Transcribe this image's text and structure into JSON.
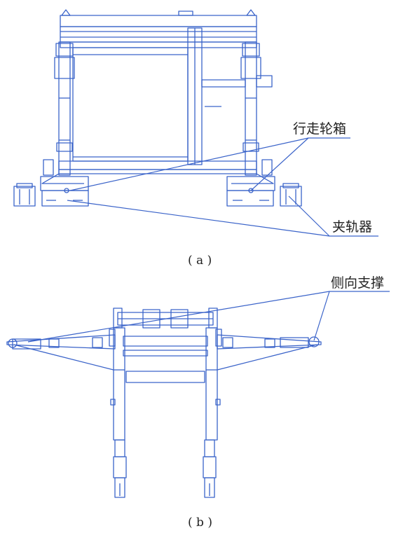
{
  "figure_a": {
    "caption": "( a )",
    "labels": {
      "wheel_box": "行走轮箱",
      "rail_clamp": "夹轨器"
    }
  },
  "figure_b": {
    "caption": "( b )",
    "labels": {
      "lateral_support": "侧向支撑"
    }
  },
  "colors": {
    "line": "#3a63c9",
    "leader": "#3a63c9",
    "text": "#222222"
  }
}
